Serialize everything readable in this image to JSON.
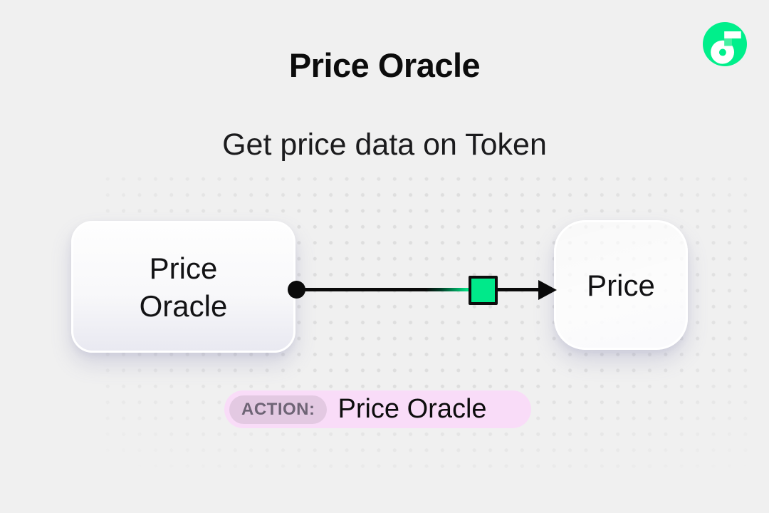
{
  "page": {
    "background_color": "#f0f0f0",
    "dot_color": "#dedede"
  },
  "logo": {
    "name": "flow-logo",
    "brand_color": "#00ef8b",
    "accent_color": "#45f0a2"
  },
  "header": {
    "title": "Price Oracle",
    "subtitle": "Get price data on Token"
  },
  "diagram": {
    "nodes": [
      {
        "id": "source",
        "label": "Price\nOracle"
      },
      {
        "id": "target",
        "label": "Price"
      }
    ],
    "edge": {
      "from": "source",
      "to": "target",
      "line_color": "#0a0a0a",
      "marker_color": "#00e98a"
    }
  },
  "action_bar": {
    "badge_label": "ACTION:",
    "action_label": "Price Oracle",
    "pill_color": "#f9dcf8",
    "badge_color": "#e3c9e2",
    "badge_text_color": "#6e6475"
  }
}
